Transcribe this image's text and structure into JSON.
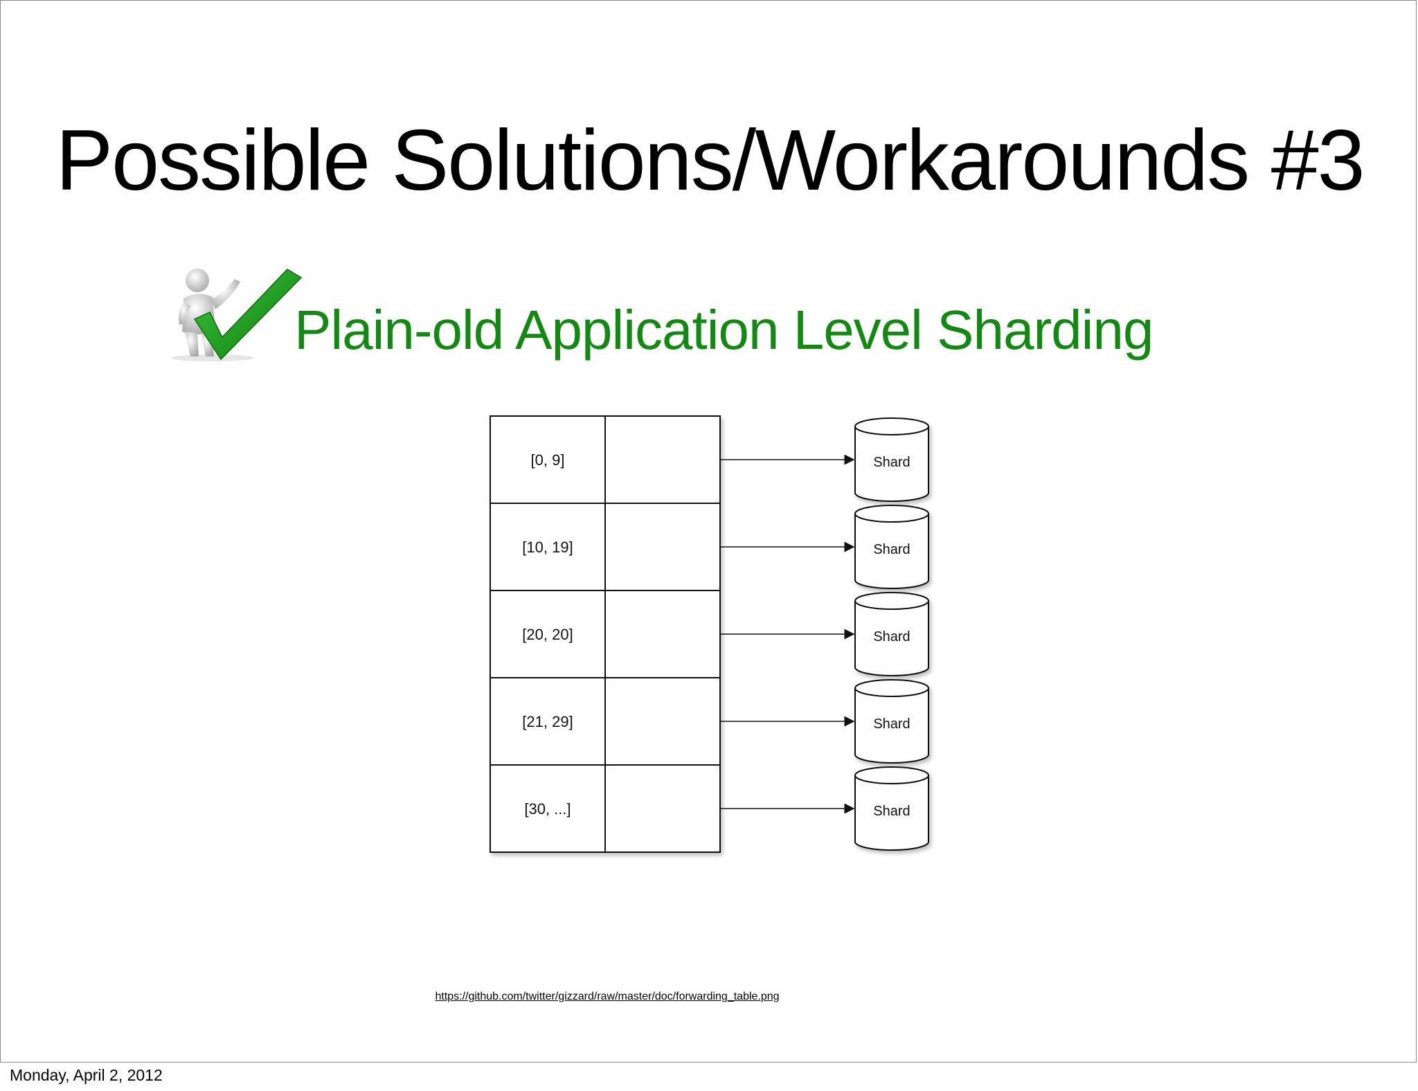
{
  "slide": {
    "title": "Possible Solutions/Workarounds #3",
    "subtitle": "Plain-old Application Level Sharding",
    "bullet_icon": "person-checkmark-icon",
    "source_url": "https://github.com/twitter/gizzard/raw/master/doc/forwarding_table.png",
    "footer_date": "Monday, April 2, 2012"
  },
  "diagram": {
    "ranges": [
      "[0, 9]",
      "[10, 19]",
      "[20, 20]",
      "[21, 29]",
      "[30, ...]"
    ],
    "shard_label": "Shard"
  },
  "colors": {
    "subtitle": "#128a12",
    "check": "#1c9a1c"
  }
}
